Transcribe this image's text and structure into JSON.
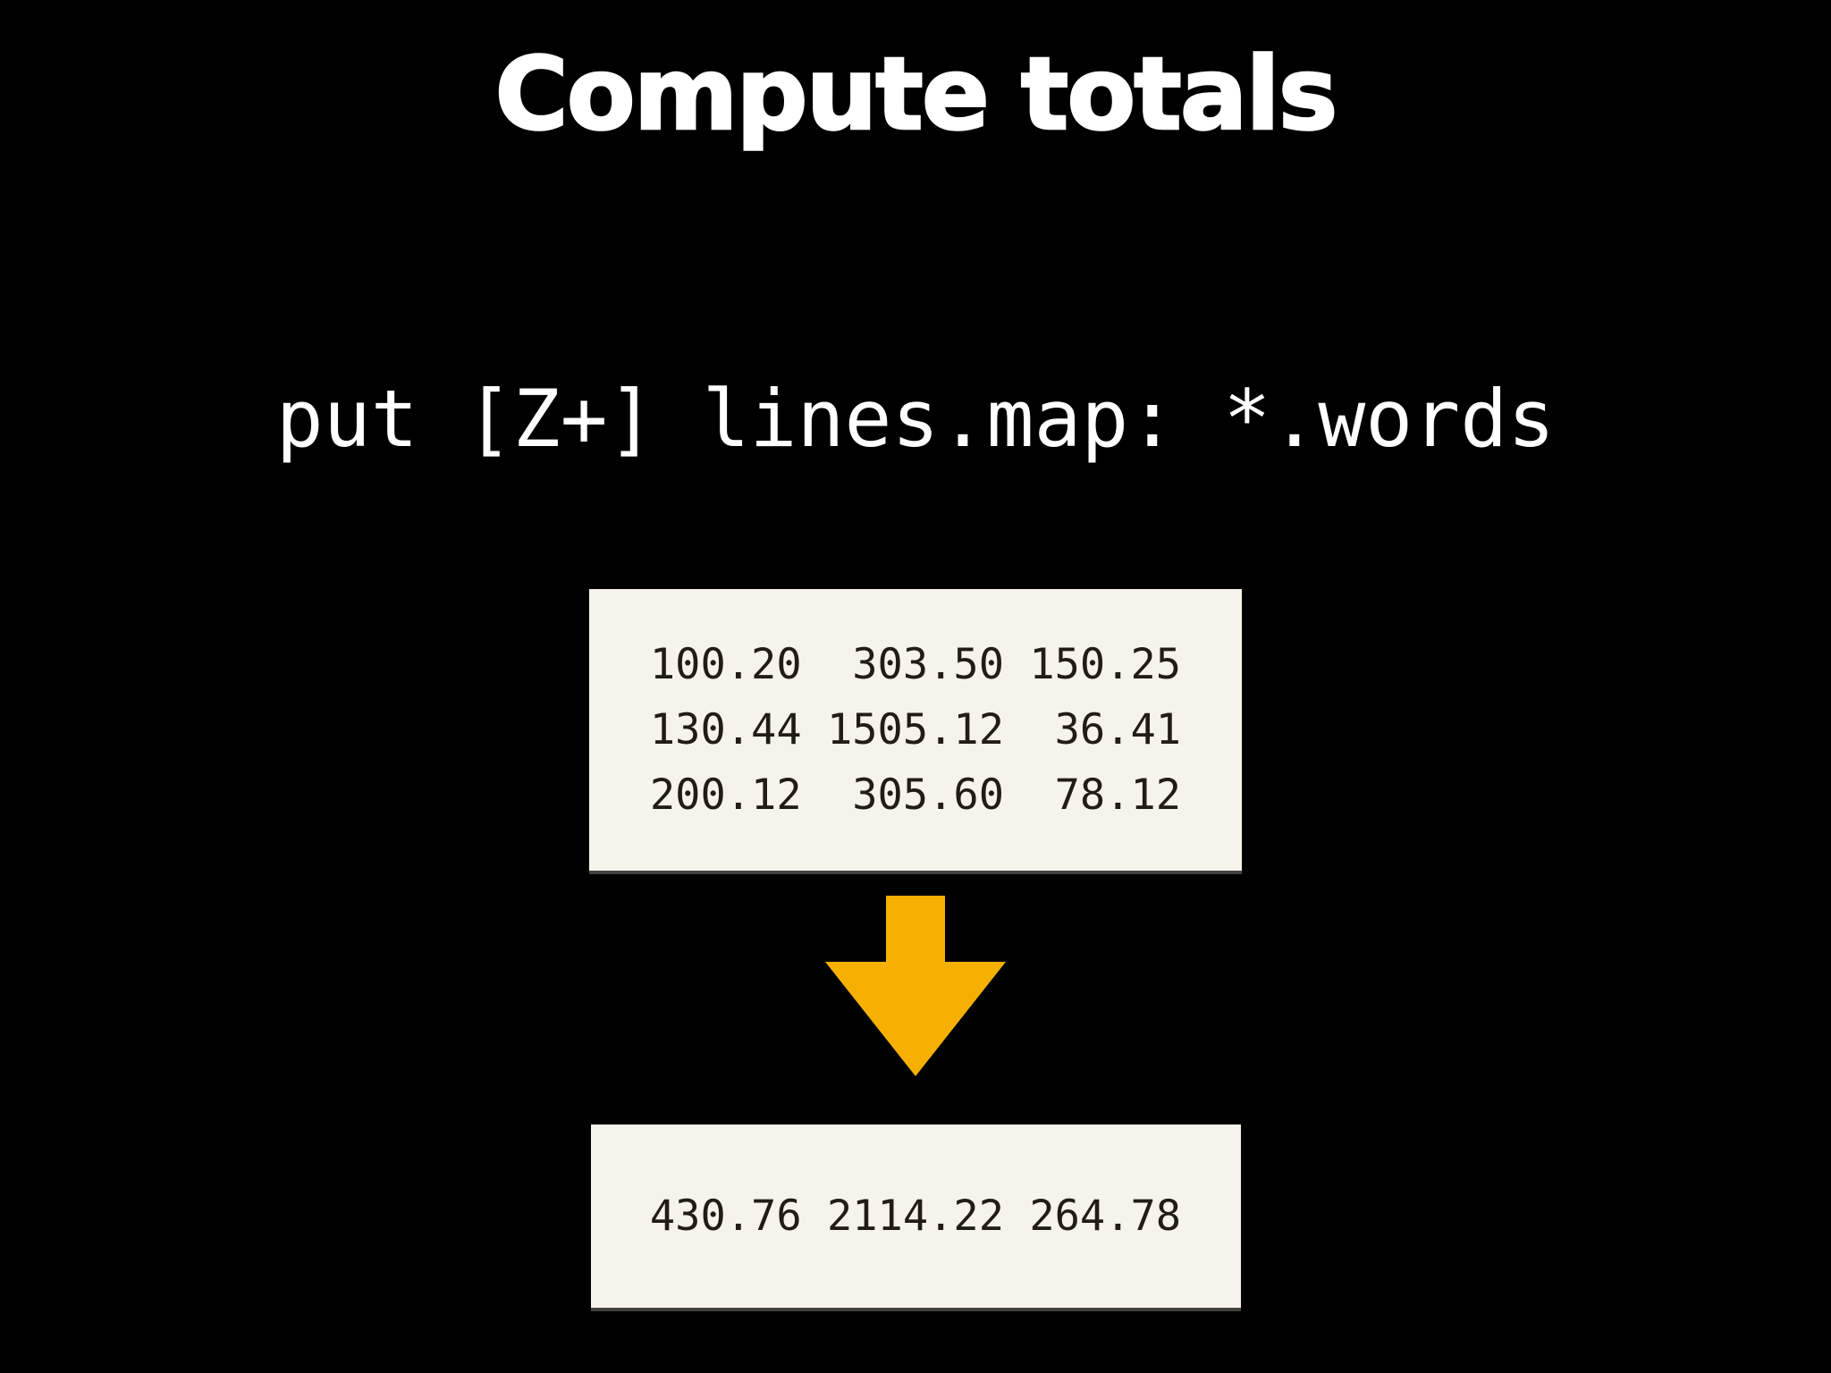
{
  "title": "Compute totals",
  "code_line": "put [Z+] lines.map: *.words",
  "input_matrix": {
    "rows": [
      [
        "100.20",
        "303.50",
        "150.25"
      ],
      [
        "130.44",
        "1505.12",
        "36.41"
      ],
      [
        "200.12",
        "305.60",
        "78.12"
      ]
    ],
    "lines": [
      "100.20  303.50 150.25",
      "130.44 1505.12  36.41",
      "200.12  305.60  78.12"
    ]
  },
  "totals": {
    "values": [
      "430.76",
      "2114.22",
      "264.78"
    ],
    "line": "430.76 2114.22 264.78"
  },
  "icons": {
    "arrow": "down-arrow-icon"
  },
  "colors": {
    "background": "#000000",
    "title_text": "#ffffff",
    "code_text": "#ffffff",
    "card_background": "#f5f3ea",
    "card_text": "#211d16",
    "arrow": "#f6b001"
  }
}
